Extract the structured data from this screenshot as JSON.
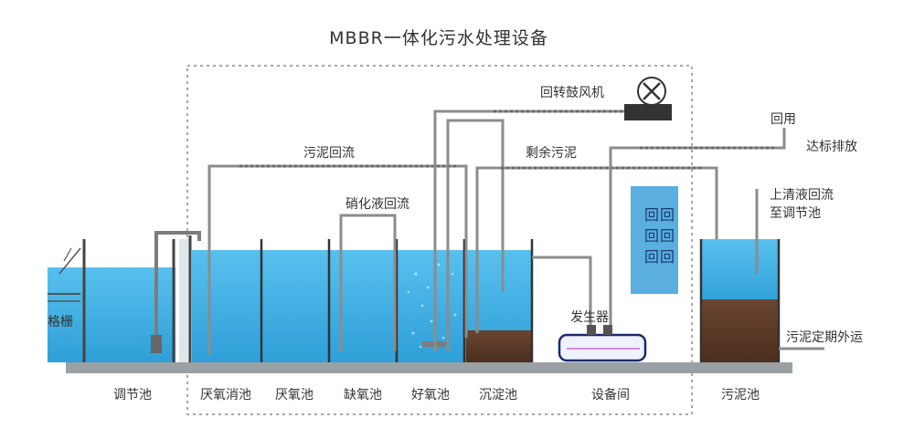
{
  "title": "MBBR一体化污水处理设备",
  "labels": {
    "blower": "回转鼓风机",
    "reuse": "回用",
    "discharge": "达标排放",
    "sludge_return": "污泥回流",
    "excess_sludge": "剩余污泥",
    "nitrate_return": "硝化液回流",
    "supernatant": "上清液回流\n至调节池",
    "grille": "格栅",
    "pump_set": "发生器",
    "sludge_out": "污泥定期外运"
  },
  "tanks": [
    "调节池",
    "厌氧消池",
    "厌氧池",
    "缺氧池",
    "好氧池",
    "沉淀池",
    "设备间",
    "污泥池"
  ],
  "panel_glyphs": [
    "回",
    "回",
    "回",
    "回",
    "回",
    "回"
  ],
  "colors": {
    "water": "#46b4e6",
    "water_light": "#6ccaf0",
    "sludge": "#5a3a28",
    "pipe": "#8c8c8c",
    "ground": "#9aa0a3",
    "panel": "#5aaee0",
    "dashed_border": "#888888"
  }
}
